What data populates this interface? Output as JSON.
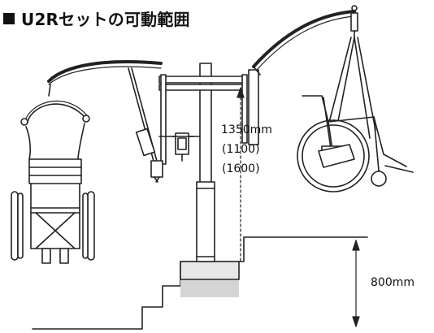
{
  "title": "U2Rセットの可動範囲",
  "dimensions": {
    "lift_height": "1350mm",
    "lift_height_alt_1": "(1100)",
    "lift_height_alt_2": "(1600)",
    "step_height": "800mm"
  },
  "colors": {
    "line": "#222222",
    "base_fill": "#d4d4d4",
    "background": "#ffffff"
  }
}
